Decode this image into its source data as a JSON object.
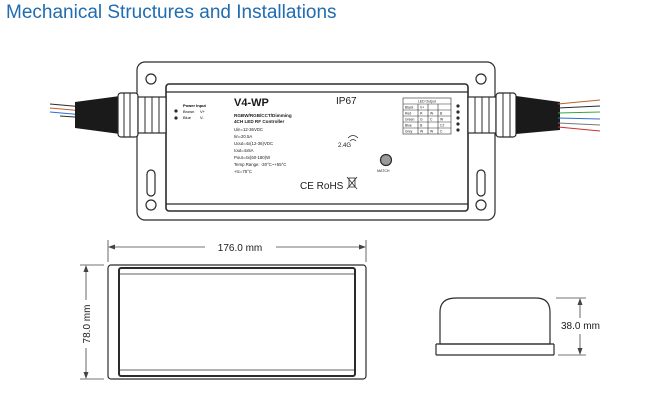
{
  "page": {
    "title": "Mechanical Structures and Installations"
  },
  "device": {
    "model": "V4-WP",
    "ip_rating": "IP67",
    "description_line1": "RGBW/RGB/CCT/Dimming",
    "description_line2": "4CH LED RF Controller",
    "specs": [
      "Uin=12-36VDC",
      "Iin=20.5A",
      "Uout=4x(12-36)VDC",
      "Iout=4x5A",
      "Pout=4x(60-180)W",
      "Temp Range: -30°C~+55°C",
      "+tc=75°C"
    ],
    "wireless": "2.4G",
    "match_label": "MATCH",
    "certifications": "CE RoHS",
    "power_input": {
      "title": "Power Input",
      "rows": [
        {
          "wire": "Brown",
          "sign": "V+"
        },
        {
          "wire": "Blue",
          "sign": "V-"
        }
      ]
    },
    "led_output": {
      "title": "LED Output",
      "rows": [
        [
          "Black",
          "V+",
          "",
          ""
        ],
        [
          "Red",
          "R",
          "W",
          "B"
        ],
        [
          "Green",
          "G",
          "C",
          "W"
        ],
        [
          "Blue",
          "B",
          "",
          "C2"
        ],
        [
          "Grey",
          "W",
          "W",
          "C"
        ]
      ]
    }
  },
  "dimensions": {
    "length": "176.0 mm",
    "width": "78.0 mm",
    "height": "38.0 mm"
  },
  "colors": {
    "title": "#1f6cb0",
    "line": "#2b2b2b",
    "dimension": "#444444"
  }
}
